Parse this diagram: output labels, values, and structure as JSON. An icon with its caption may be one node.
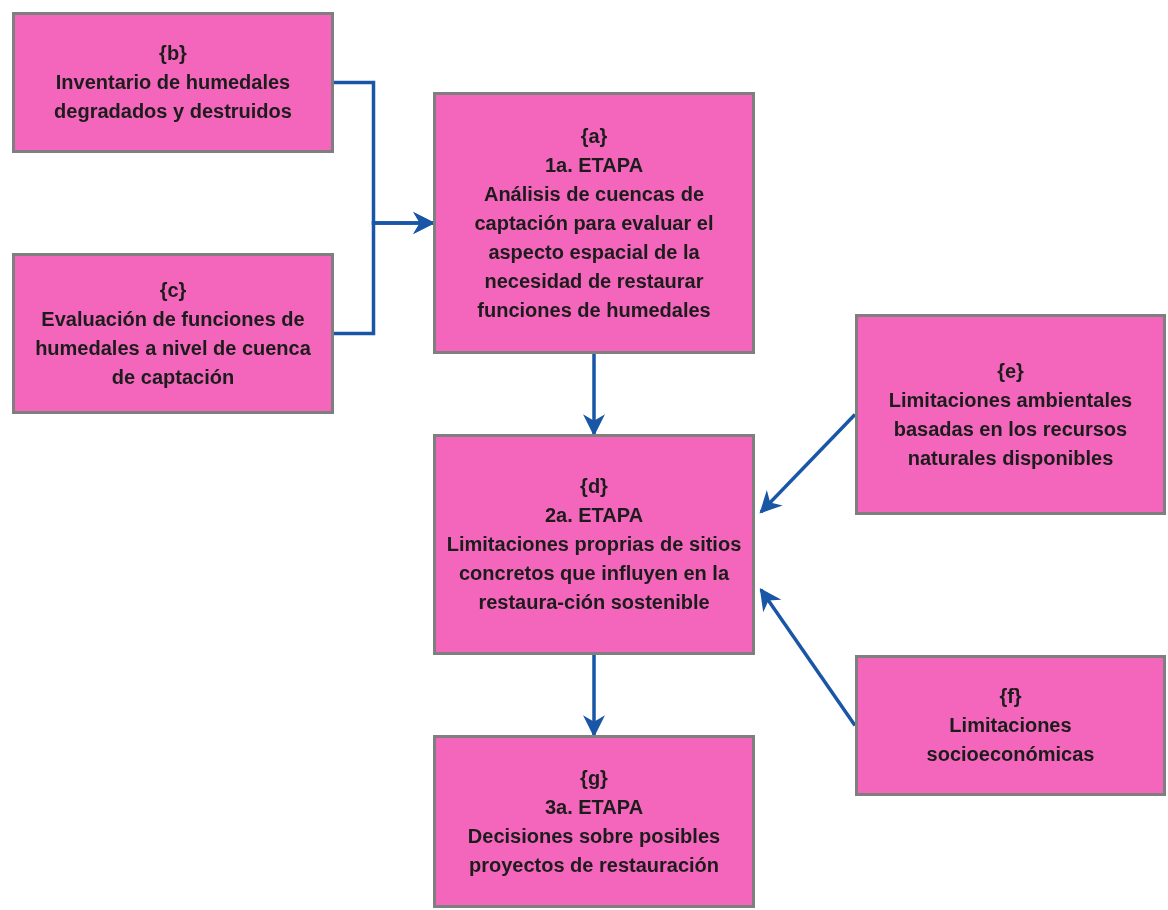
{
  "diagram": {
    "nodes": [
      {
        "text": [
          "{b}",
          "Inventario de humedales degradados y destruidos"
        ]
      },
      {
        "text": [
          "{c}",
          "Evaluación de funciones de humedales a nivel de cuenca de captación"
        ]
      },
      {
        "text": [
          "{a}",
          "1a. ETAPA",
          "Análisis de cuencas de captación para evaluar el aspecto espacial de la necesidad de restaurar funciones de humedales"
        ]
      },
      {
        "text": [
          "{d}",
          "2a. ETAPA",
          "Limitaciones proprias de sitios concretos que influyen en la restaura-ción sostenible"
        ]
      },
      {
        "text": [
          "{e}",
          "Limitaciones ambientales basadas en los recursos naturales disponibles"
        ]
      },
      {
        "text": [
          "{f}",
          "Limitaciones socioeconómicas"
        ]
      },
      {
        "text": [
          "{g}",
          "3a. ETAPA",
          "Decisiones sobre posibles proyectos de restauración"
        ]
      }
    ],
    "edges": [
      {
        "from": 0,
        "to": 2,
        "arrow": "to"
      },
      {
        "from": 1,
        "to": 2,
        "arrow": "to"
      },
      {
        "from": 2,
        "to": 3,
        "arrow": "to"
      },
      {
        "from": 4,
        "to": 3,
        "arrow": "to"
      },
      {
        "from": 5,
        "to": 3,
        "arrow": "to"
      },
      {
        "from": 3,
        "to": 6,
        "arrow": "to"
      }
    ]
  }
}
